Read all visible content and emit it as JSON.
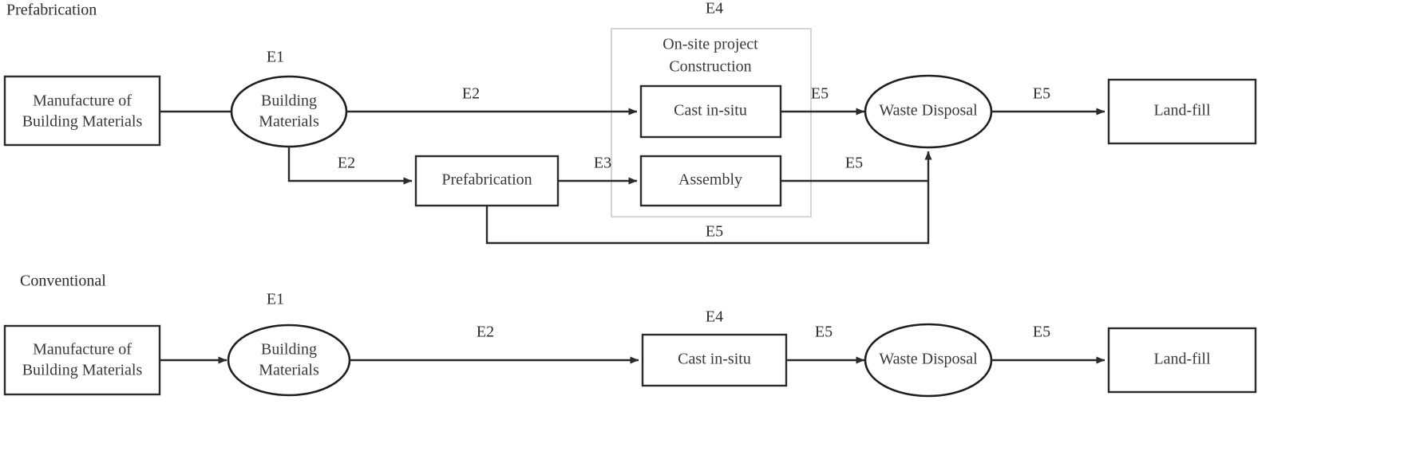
{
  "figure": {
    "type": "flow-diagram",
    "title_visible": false,
    "colors": {
      "stroke": "#2b2b2b",
      "text": "#3a3a3a",
      "group_border": "#d4d4d4",
      "background": "#ffffff"
    }
  },
  "sections": [
    {
      "id": "prefabrication",
      "label": "Prefabrication"
    },
    {
      "id": "conventional",
      "label": "Conventional"
    }
  ],
  "groups": [
    {
      "id": "onsite-project-construction",
      "title_line1": "On-site project",
      "title_line2": "Construction",
      "edge_label": "E4"
    }
  ],
  "nodes": {
    "prefabrication_row": [
      {
        "id": "manufacture-1",
        "shape": "rect",
        "line1": "Manufacture of",
        "line2": "Building Materials"
      },
      {
        "id": "building-materials-1",
        "shape": "ellipse",
        "line1": "Building",
        "line2": "Materials",
        "label": "E1"
      },
      {
        "id": "cast-in-situ-1",
        "shape": "rect",
        "line1": "Cast in-situ",
        "line2": ""
      },
      {
        "id": "prefabrication-1",
        "shape": "rect",
        "line1": "Prefabrication",
        "line2": ""
      },
      {
        "id": "assembly-1",
        "shape": "rect",
        "line1": "Assembly",
        "line2": ""
      },
      {
        "id": "waste-disposal-1",
        "shape": "ellipse",
        "line1": "Waste Disposal",
        "line2": ""
      },
      {
        "id": "land-fill-1",
        "shape": "rect",
        "line1": "Land-fill",
        "line2": ""
      }
    ],
    "conventional_row": [
      {
        "id": "manufacture-2",
        "shape": "rect",
        "line1": "Manufacture of",
        "line2": "Building Materials"
      },
      {
        "id": "building-materials-2",
        "shape": "ellipse",
        "line1": "Building",
        "line2": "Materials",
        "label": "E1"
      },
      {
        "id": "cast-in-situ-2",
        "shape": "rect",
        "line1": "Cast in-situ",
        "line2": "",
        "label": "E4"
      },
      {
        "id": "waste-disposal-2",
        "shape": "ellipse",
        "line1": "Waste Disposal",
        "line2": ""
      },
      {
        "id": "land-fill-2",
        "shape": "rect",
        "line1": "Land-fill",
        "line2": ""
      }
    ]
  },
  "edges": {
    "prefabrication_row": [
      {
        "id": "e-manu-to-bm-1",
        "from": "manufacture-1",
        "to": "building-materials-1",
        "label": ""
      },
      {
        "id": "e-bm-to-cast-1",
        "from": "building-materials-1",
        "to": "cast-in-situ-1",
        "label": "E2"
      },
      {
        "id": "e-bm-to-prefab-1",
        "from": "building-materials-1",
        "to": "prefabrication-1",
        "label": "E2"
      },
      {
        "id": "e-prefab-to-assembly-1",
        "from": "prefabrication-1",
        "to": "assembly-1",
        "label": "E3"
      },
      {
        "id": "e-cast-to-waste-1",
        "from": "cast-in-situ-1",
        "to": "waste-disposal-1",
        "label": "E5"
      },
      {
        "id": "e-assembly-to-waste-1",
        "from": "assembly-1",
        "to": "waste-disposal-1",
        "label": "E5"
      },
      {
        "id": "e-prefab-to-waste-1",
        "from": "prefabrication-1",
        "to": "waste-disposal-1",
        "label": "E5"
      },
      {
        "id": "e-waste-to-landfill-1",
        "from": "waste-disposal-1",
        "to": "land-fill-1",
        "label": "E5"
      }
    ],
    "conventional_row": [
      {
        "id": "e-manu-to-bm-2",
        "from": "manufacture-2",
        "to": "building-materials-2",
        "label": ""
      },
      {
        "id": "e-bm-to-cast-2",
        "from": "building-materials-2",
        "to": "cast-in-situ-2",
        "label": "E2"
      },
      {
        "id": "e-cast-to-waste-2",
        "from": "cast-in-situ-2",
        "to": "waste-disposal-2",
        "label": "E5"
      },
      {
        "id": "e-waste-to-landfill-2",
        "from": "waste-disposal-2",
        "to": "land-fill-2",
        "label": "E5"
      }
    ]
  }
}
